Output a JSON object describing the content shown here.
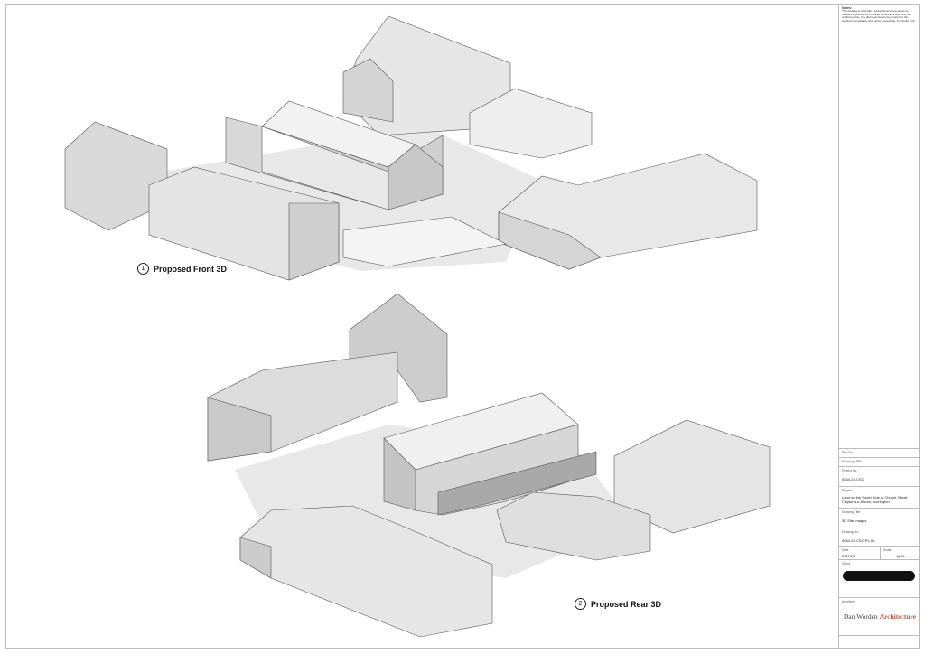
{
  "views": [
    {
      "number": "1",
      "title": "Proposed Front 3D"
    },
    {
      "number": "2",
      "title": "Proposed Rear 3D"
    }
  ],
  "title_block": {
    "notes_label": "Notes:",
    "notes_text": "This drawing is copyright. Figured dimensions are to be followed in preference to scaled dimensions and must be verified on site. Any discrepancies to be reported to the architect immediately and before proceeding. If in doubt, ask.",
    "rev_label": "Rev No",
    "drawn_by_label": "Drawn by",
    "drawn_by": "DW",
    "project_no_label": "Project No",
    "project_no": "0064-24-CSC",
    "project_label": "Project",
    "project": "Land on the South Side of Church Street, Clayton-Le-Moors, Accrington",
    "drawing_title_label": "Drawing Title",
    "drawing_title": "3D Site Images",
    "drawing_no_label": "Drawing No",
    "drawing_no": "0064-24-CSC-PL-06",
    "date_label": "Date",
    "date": "2017/24",
    "scale_label": "Scale",
    "scale": "@A3",
    "client_label": "Client",
    "architect_label": "Architect",
    "architect_name": "Dan Worden",
    "architect_suffix": "Architecture"
  },
  "colors": {
    "accent": "#c0563a",
    "redaction": "#111111"
  }
}
